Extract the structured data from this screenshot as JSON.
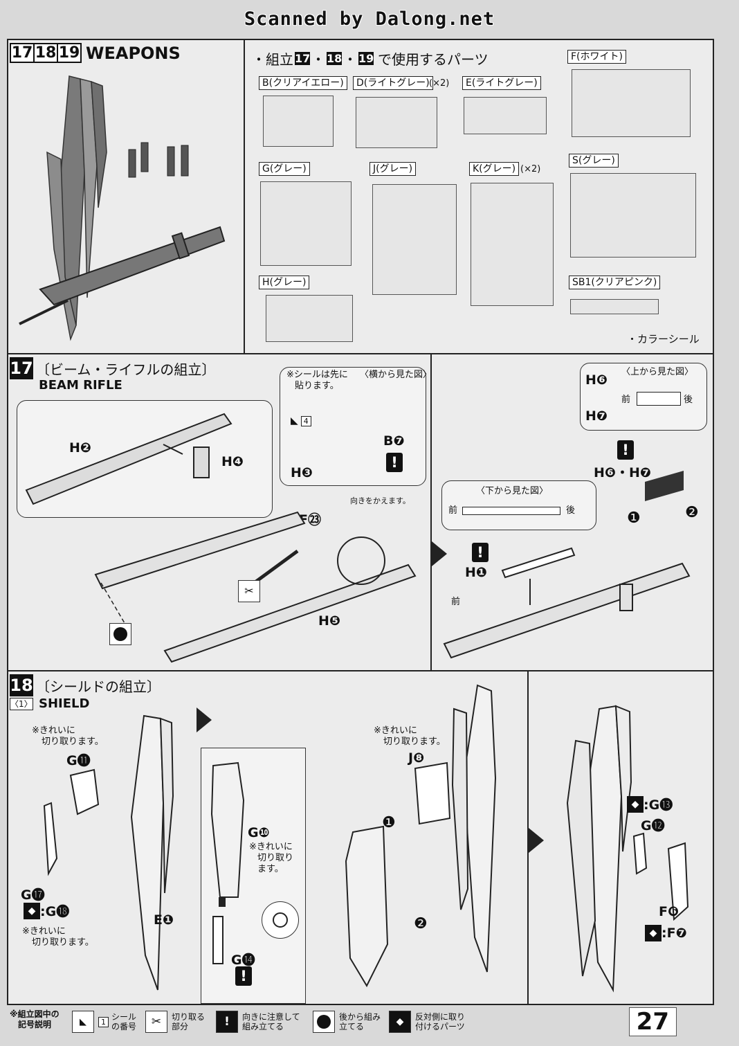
{
  "header": {
    "scan_credit": "Scanned by Dalong.net"
  },
  "weapons": {
    "steps": [
      "17",
      "18",
      "19"
    ],
    "title": "WEAPONS"
  },
  "parts_list": {
    "heading_prefix": "・組立",
    "heading_steps": [
      "17",
      "18",
      "19"
    ],
    "heading_sep": "・",
    "heading_suffix": "で使用するパーツ",
    "runners": [
      {
        "label": "B(クリアイエロー)",
        "count": ""
      },
      {
        "label": "D(ライトグレー)",
        "count": "(×2)"
      },
      {
        "label": "E(ライトグレー)",
        "count": ""
      },
      {
        "label": "F(ホワイト)",
        "count": ""
      },
      {
        "label": "G(グレー)",
        "count": ""
      },
      {
        "label": "J(グレー)",
        "count": ""
      },
      {
        "label": "K(グレー)",
        "count": "(×2)"
      },
      {
        "label": "S(グレー)",
        "count": ""
      },
      {
        "label": "H(グレー)",
        "count": ""
      },
      {
        "label": "SB1(クリアピンク)",
        "count": ""
      }
    ],
    "color_sticker": "・カラーシール"
  },
  "step17": {
    "number": "17",
    "title_jp": "〔ビーム・ライフルの組立〕",
    "title_en": "BEAM RIFLE",
    "sticker_note_1": "※シールは先に",
    "sticker_note_2": "貼ります。",
    "sticker_number": "4",
    "side_view": "〈横から見た図〉",
    "top_view": "〈上から見た図〉",
    "bottom_view": "〈下から見た図〉",
    "front": "前",
    "rear": "後",
    "change_direction": "向きをかえます。",
    "parts": {
      "h2": "H❷",
      "h4": "H❹",
      "h3": "H❸",
      "b7": "B❼",
      "f23": "F㉓",
      "h5": "H❺",
      "h1": "H❶",
      "h6": "H❻",
      "h7": "H❼",
      "h6h7": "H❻・H❼"
    },
    "order_1": "❶",
    "order_2": "❷"
  },
  "step18": {
    "number": "18",
    "sub": "〈1〉",
    "title_jp": "〔シールドの組立〕",
    "title_en": "SHIELD",
    "clean_cut_a": "※きれいに",
    "clean_cut_b": "切り取ります。",
    "clean_cut_c": "切り取り",
    "clean_cut_d": "ます。",
    "parts": {
      "g11": "G⓫",
      "g17": "G⓱",
      "g18": ":G⓲",
      "e1": "E❶",
      "g10": "G❿",
      "g14": "G⓮",
      "j8": "J❽",
      "g13": ":G⓭",
      "g12": "G⓬",
      "f6": "F❻",
      "f7": ":F❼"
    },
    "order_1": "❶",
    "order_2": "❷"
  },
  "legend": {
    "title_1": "※組立図中の",
    "title_2": "記号説明",
    "items": [
      {
        "icon": "sticker-icon",
        "number": "1",
        "text": "シールの番号"
      },
      {
        "icon": "cut-icon",
        "text": "切り取る部分"
      },
      {
        "icon": "warning-icon",
        "text": "向きに注意して組み立てる"
      },
      {
        "icon": "assemble-later-icon",
        "text": "後から組み立てる"
      },
      {
        "icon": "mirror-part-icon",
        "text": "反対側に取り付けるパーツ"
      }
    ]
  },
  "page_number": "27"
}
